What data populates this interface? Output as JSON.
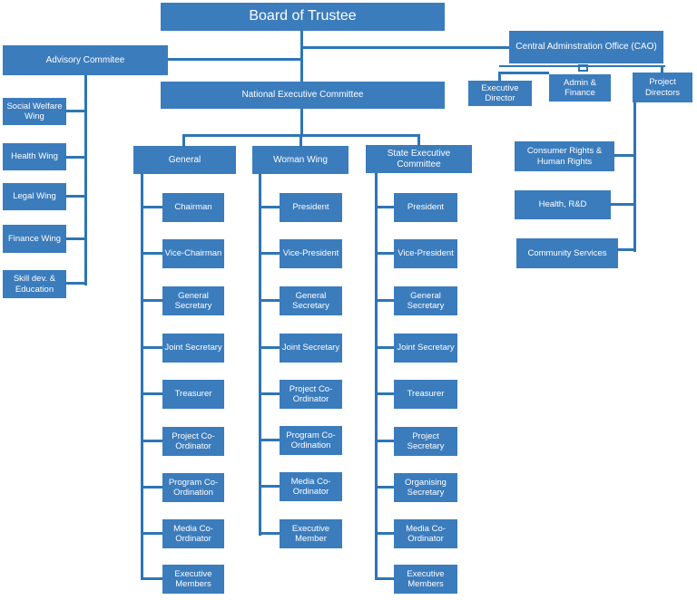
{
  "palette": {
    "box_fill": "#3B7CBD",
    "line_color": "#2E75B6",
    "text_color": "#FFFFFF",
    "junction_fill": "#FFFFFF"
  },
  "board": {
    "label": "Board of Trustee"
  },
  "advisory": {
    "label": "Advisory Commitee",
    "wings": [
      "Social Welfare Wing",
      "Health Wing",
      "Legal Wing",
      "Finance Wing",
      "Skill dev. & Education"
    ]
  },
  "cao": {
    "label": "Central Adminstration Office (CAO)",
    "children": [
      "Executive Director",
      "Admin & Finance",
      "Project Directors"
    ],
    "project_units": [
      "Consumer Rights & Human Rights",
      "Health, R&D",
      "Community Services"
    ]
  },
  "nec": {
    "label": "National Executive Committee",
    "columns": [
      {
        "label": "General",
        "items": [
          "Chairman",
          "Vice-Chairman",
          "General Secretary",
          "Joint Secretary",
          "Treasurer",
          "Project Co-Ordinator",
          "Program Co-Ordination",
          "Media Co-Ordinator",
          "Executive Members"
        ]
      },
      {
        "label": "Woman Wing",
        "items": [
          "President",
          "Vice-President",
          "General Secretary",
          "Joint Secretary",
          "Project Co-Ordinator",
          "Program Co-Ordination",
          "Media Co-Ordinator",
          "Executive Member"
        ]
      },
      {
        "label": "State Executive Committee",
        "items": [
          "President",
          "Vice-President",
          "General Secretary",
          "Joint Secretary",
          "Treasurer",
          "Project Secretary",
          "Organising Secretary",
          "Media Co-Ordinator",
          "Executive Members"
        ]
      }
    ]
  }
}
